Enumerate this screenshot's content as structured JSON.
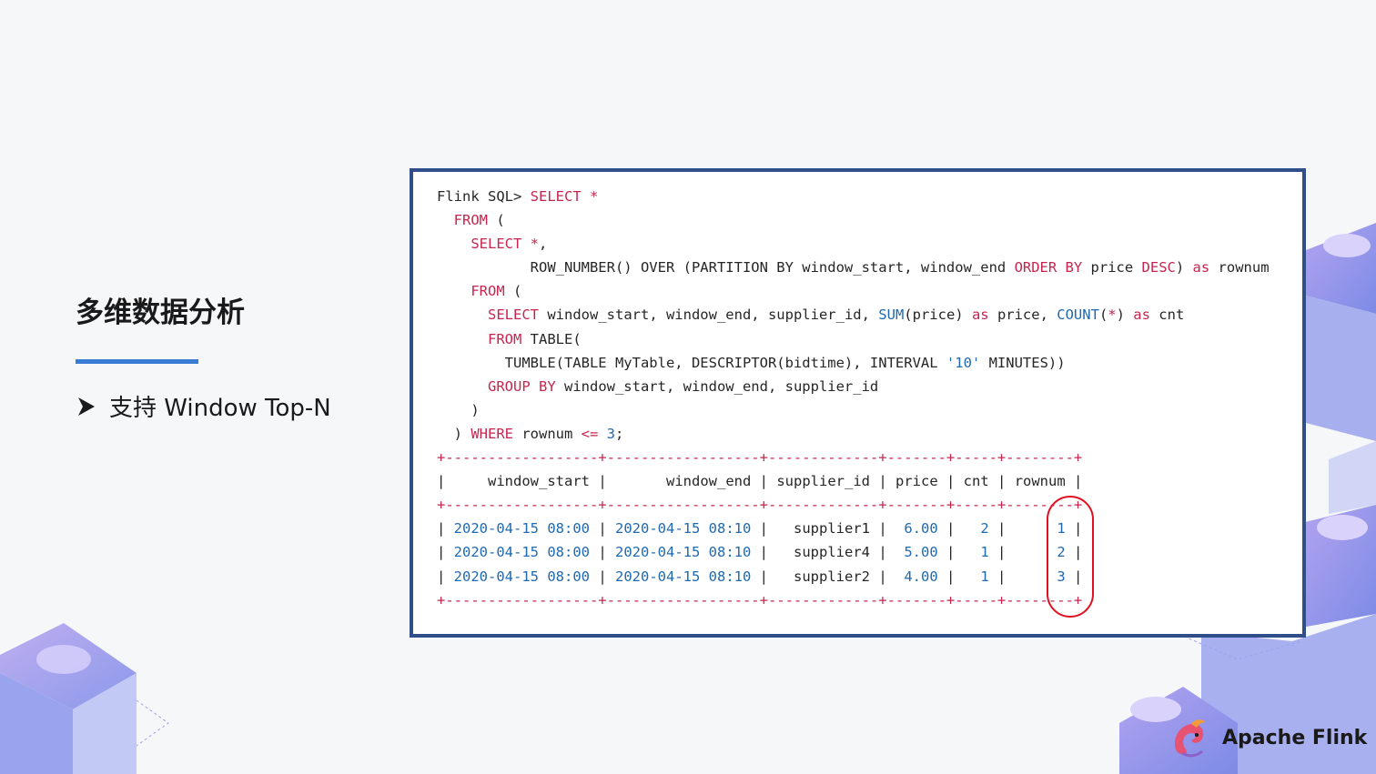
{
  "slide": {
    "title": "多维数据分析",
    "bullet": "支持 Window  Top-N"
  },
  "code": {
    "lines": [
      [
        [
          "t",
          "Flink SQL> "
        ],
        [
          "k",
          "SELECT *"
        ]
      ],
      [
        [
          "t",
          "  "
        ],
        [
          "k",
          "FROM"
        ],
        [
          "t",
          " ("
        ]
      ],
      [
        [
          "t",
          "    "
        ],
        [
          "k",
          "SELECT *"
        ],
        [
          "t",
          ","
        ]
      ],
      [
        [
          "t",
          "           ROW_NUMBER() OVER (PARTITION BY window_start, window_end "
        ],
        [
          "k",
          "ORDER BY"
        ],
        [
          "t",
          " price "
        ],
        [
          "k",
          "DESC"
        ],
        [
          "t",
          ") "
        ],
        [
          "k",
          "as"
        ],
        [
          "t",
          " rownum"
        ]
      ],
      [
        [
          "t",
          "    "
        ],
        [
          "k",
          "FROM"
        ],
        [
          "t",
          " ("
        ]
      ],
      [
        [
          "t",
          "      "
        ],
        [
          "k",
          "SELECT"
        ],
        [
          "t",
          " window_start, window_end, supplier_id, "
        ],
        [
          "f",
          "SUM"
        ],
        [
          "t",
          "(price) "
        ],
        [
          "k",
          "as"
        ],
        [
          "t",
          " price, "
        ],
        [
          "f",
          "COUNT"
        ],
        [
          "t",
          "("
        ],
        [
          "k",
          "*"
        ],
        [
          "t",
          ") "
        ],
        [
          "k",
          "as"
        ],
        [
          "t",
          " cnt"
        ]
      ],
      [
        [
          "t",
          "      "
        ],
        [
          "k",
          "FROM"
        ],
        [
          "t",
          " TABLE("
        ]
      ],
      [
        [
          "t",
          "        TUMBLE(TABLE MyTable, DESCRIPTOR(bidtime), INTERVAL "
        ],
        [
          "n",
          "'10'"
        ],
        [
          "t",
          " MINUTES))"
        ]
      ],
      [
        [
          "t",
          "      "
        ],
        [
          "k",
          "GROUP BY"
        ],
        [
          "t",
          " window_start, window_end, supplier_id"
        ]
      ],
      [
        [
          "t",
          "    )"
        ]
      ],
      [
        [
          "t",
          "  ) "
        ],
        [
          "k",
          "WHERE"
        ],
        [
          "t",
          " rownum "
        ],
        [
          "k",
          "<="
        ],
        [
          "t",
          " "
        ],
        [
          "n",
          "3"
        ],
        [
          "t",
          ";"
        ]
      ]
    ]
  },
  "result_table": {
    "border": "+------------------+------------------+-------------+-------+-----+--------+",
    "headers": [
      "window_start",
      "window_end",
      "supplier_id",
      "price",
      "cnt",
      "rownum"
    ],
    "rows": [
      [
        "2020-04-15 08:00",
        "2020-04-15 08:10",
        "supplier1",
        "6.00",
        "2",
        "1"
      ],
      [
        "2020-04-15 08:00",
        "2020-04-15 08:10",
        "supplier4",
        "5.00",
        "1",
        "2"
      ],
      [
        "2020-04-15 08:00",
        "2020-04-15 08:10",
        "supplier2",
        "4.00",
        "1",
        "3"
      ]
    ]
  },
  "logo": {
    "text": "Apache Flink"
  },
  "colors": {
    "keyword": "#c7254e",
    "number": "#1f69b0",
    "panel_border": "#2f4e8a",
    "accent_underline": "#3a7bd5",
    "highlight": "#e01020"
  }
}
